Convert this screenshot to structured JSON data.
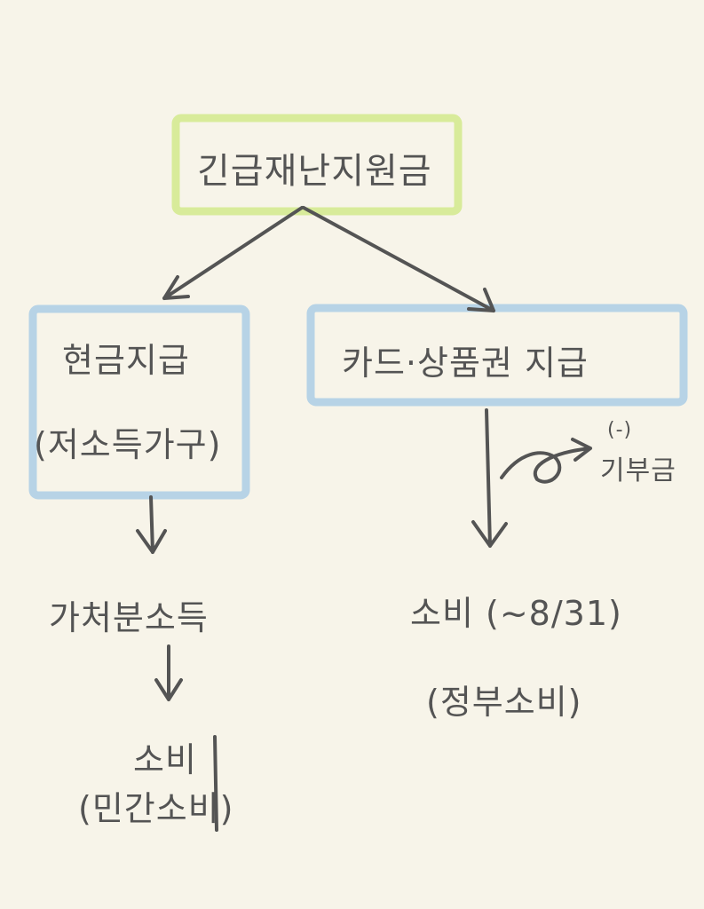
{
  "nodes": {
    "root": "긴급재난지원금",
    "cash": "현금지급",
    "cash_sub": "(저소득가구)",
    "card": "카드·상품권 지급",
    "donation_sign": "(-)",
    "donation": "기부금",
    "disposable_income": "가처분소득",
    "left_consumption": "소비",
    "left_consumption_sub": "(민간소비)",
    "right_consumption": "소비 (~8/31)",
    "right_consumption_sub": "(정부소비)"
  },
  "colors": {
    "background": "#f7f4e9",
    "root_box": "#d8eb9a",
    "branch_box": "#b7d3e6",
    "ink": "#545454"
  }
}
